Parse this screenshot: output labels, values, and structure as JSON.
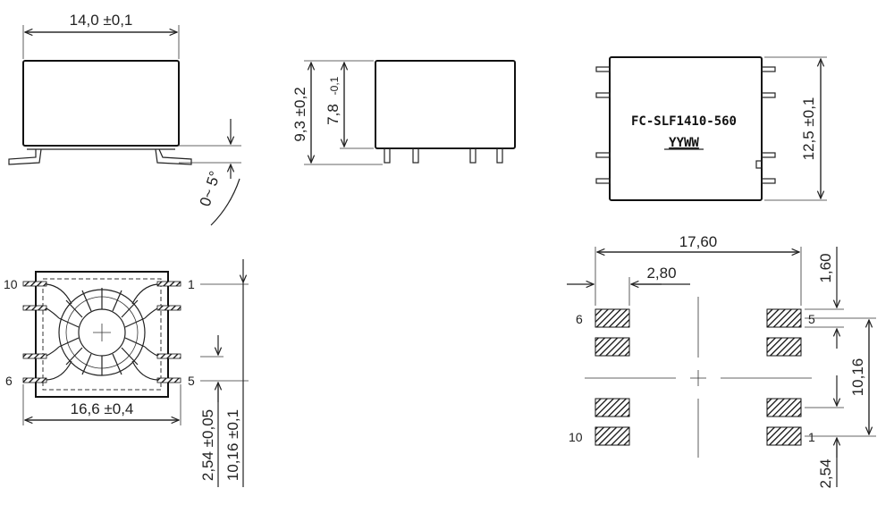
{
  "side_view": {
    "width_dim": "14,0 ±0,1",
    "angle_dim": "0~ 5°"
  },
  "front_view": {
    "height_dim": "9,3 ±0,2",
    "body_dim": "7,8",
    "body_tol": "-0,1"
  },
  "top_view": {
    "part_number": "FC-SLF1410-560",
    "date_code": "YYWW",
    "height_dim": "12,5 ±0,1"
  },
  "bottom_view": {
    "width_dim": "16,6 ±0,4",
    "pitch_dim": "2,54 ±0,05",
    "span_dim": "10,16 ±0,1",
    "pins": {
      "p10": "10",
      "p1": "1",
      "p6": "6",
      "p5": "5"
    }
  },
  "footprint": {
    "overall_dim": "17,60",
    "pad_dim": "2,80",
    "pad_height_dim": "1,60",
    "span_dim": "10,16",
    "pitch_dim": "2,54",
    "pins": {
      "p6": "6",
      "p5": "5",
      "p10": "10",
      "p1": "1"
    }
  }
}
